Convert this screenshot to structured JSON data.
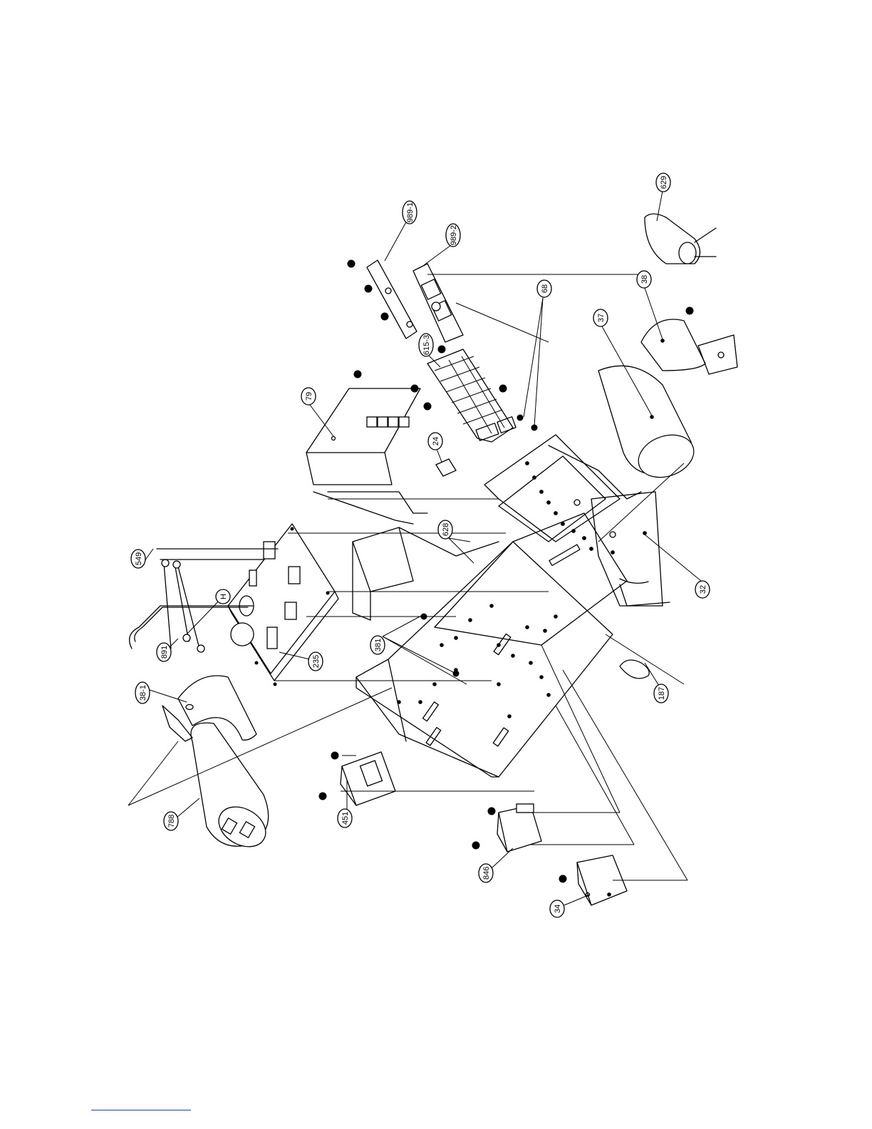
{
  "callouts": {
    "c989_1": "989-1",
    "c989_2": "989-2",
    "c629": "629",
    "c68": "68",
    "c615_3": "615-3",
    "c79": "79",
    "c24": "24",
    "c628": "628",
    "c37": "37",
    "c38": "38",
    "c32": "32",
    "c549": "549",
    "cH": "H",
    "c891": "891",
    "c235": "235",
    "c381": "381",
    "c187": "187",
    "c38_1": "38-1",
    "c788": "788",
    "c451": "451",
    "c846": "846",
    "c34": "34"
  },
  "colors": {
    "line": "#000000",
    "footer_rule": "#1a3fbf"
  }
}
